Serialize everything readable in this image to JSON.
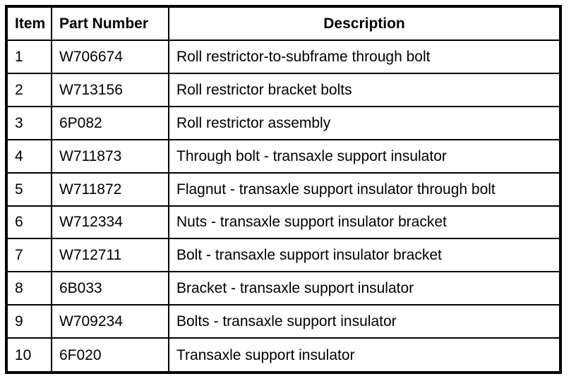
{
  "table": {
    "columns": [
      "Item",
      "Part Number",
      "Description"
    ],
    "rows": [
      {
        "item": "1",
        "part_number": "W706674",
        "description": "Roll restrictor-to-subframe through bolt"
      },
      {
        "item": "2",
        "part_number": "W713156",
        "description": "Roll restrictor bracket bolts"
      },
      {
        "item": "3",
        "part_number": "6P082",
        "description": "Roll restrictor assembly"
      },
      {
        "item": "4",
        "part_number": "W711873",
        "description": "Through bolt - transaxle support insulator"
      },
      {
        "item": "5",
        "part_number": "W711872",
        "description": "Flagnut - transaxle support insulator through bolt"
      },
      {
        "item": "6",
        "part_number": "W712334",
        "description": "Nuts - transaxle support insulator bracket"
      },
      {
        "item": "7",
        "part_number": "W712711",
        "description": "Bolt - transaxle support insulator bracket"
      },
      {
        "item": "8",
        "part_number": "6B033",
        "description": "Bracket - transaxle support insulator"
      },
      {
        "item": "9",
        "part_number": "W709234",
        "description": "Bolts - transaxle support insulator"
      },
      {
        "item": "10",
        "part_number": "6F020",
        "description": "Transaxle support insulator"
      }
    ],
    "colors": {
      "border": "#000000",
      "background": "#ffffff",
      "text": "#000000"
    }
  }
}
